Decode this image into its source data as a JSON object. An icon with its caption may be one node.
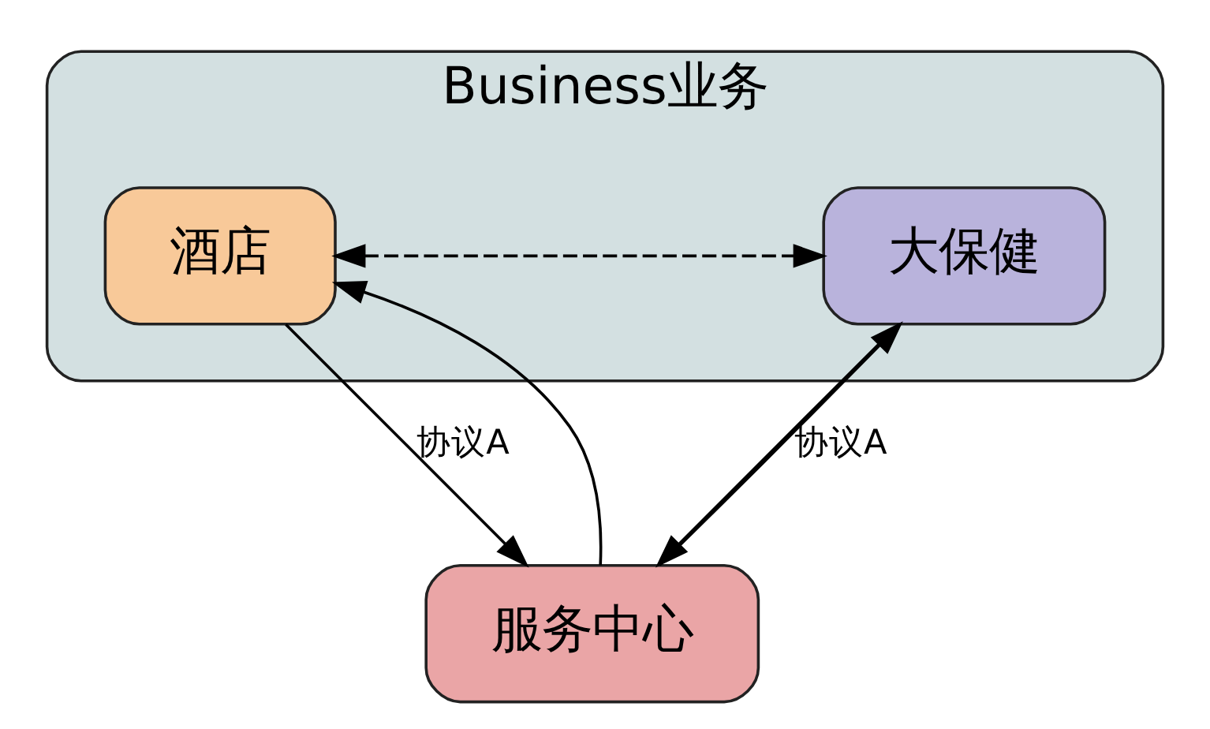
{
  "diagram": {
    "nodes": [
      {
        "text": [
          "Business业务"
        ]
      },
      {
        "text": [
          "酒店"
        ],
        "in": 0
      },
      {
        "text": [
          "大保健"
        ],
        "in": 0
      },
      {
        "text": [
          "服务中心"
        ]
      }
    ],
    "edges": [
      {
        "from": 1,
        "to": 2,
        "arrow": "both",
        "style": "dashed"
      },
      {
        "from": 1,
        "to": 3,
        "arrow": "to",
        "label": "协议A"
      },
      {
        "from": 3,
        "to": 1,
        "arrow": "to"
      },
      {
        "from": 3,
        "to": 2,
        "arrow": "to",
        "label": "协议A"
      },
      {
        "from": 2,
        "to": 3,
        "arrow": "to"
      }
    ]
  }
}
